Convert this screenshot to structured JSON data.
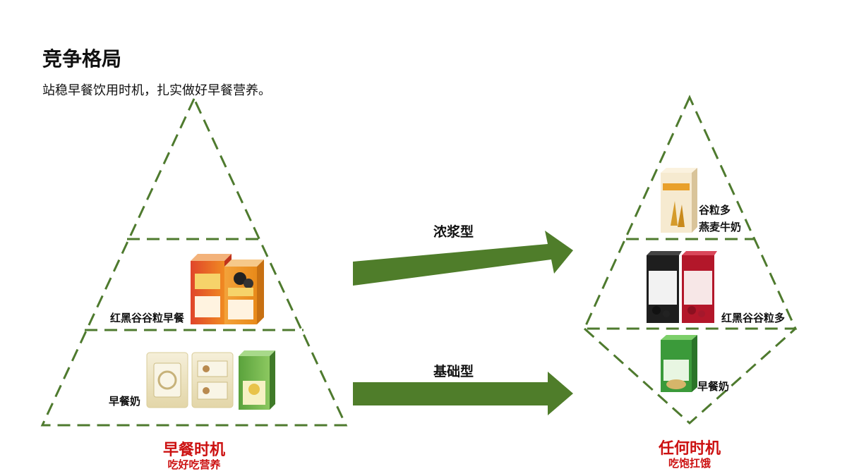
{
  "header": {
    "title": "竞争格局",
    "subtitle": "站稳早餐饮用时机，扎实做好早餐营养。"
  },
  "left_pyramid": {
    "tier_middle_label": "红黑谷谷粒早餐",
    "tier_bottom_label": "早餐奶",
    "occasion_title": "早餐时机",
    "occasion_sub": "吃好吃营养"
  },
  "arrows": {
    "top_label": "浓浆型",
    "bottom_label": "基础型"
  },
  "right_pyramid": {
    "tier_top_label_line1": "谷粒多",
    "tier_top_label_line2": "燕麦牛奶",
    "tier_middle_label": "红黑谷谷粒多",
    "tier_bottom_label": "早餐奶",
    "occasion_title": "任何时机",
    "occasion_sub": "吃饱扛饿"
  },
  "colors": {
    "dash_green": "#4e7a2e",
    "arrow_green": "#4f7d2a",
    "accent_red": "#cc1111"
  }
}
